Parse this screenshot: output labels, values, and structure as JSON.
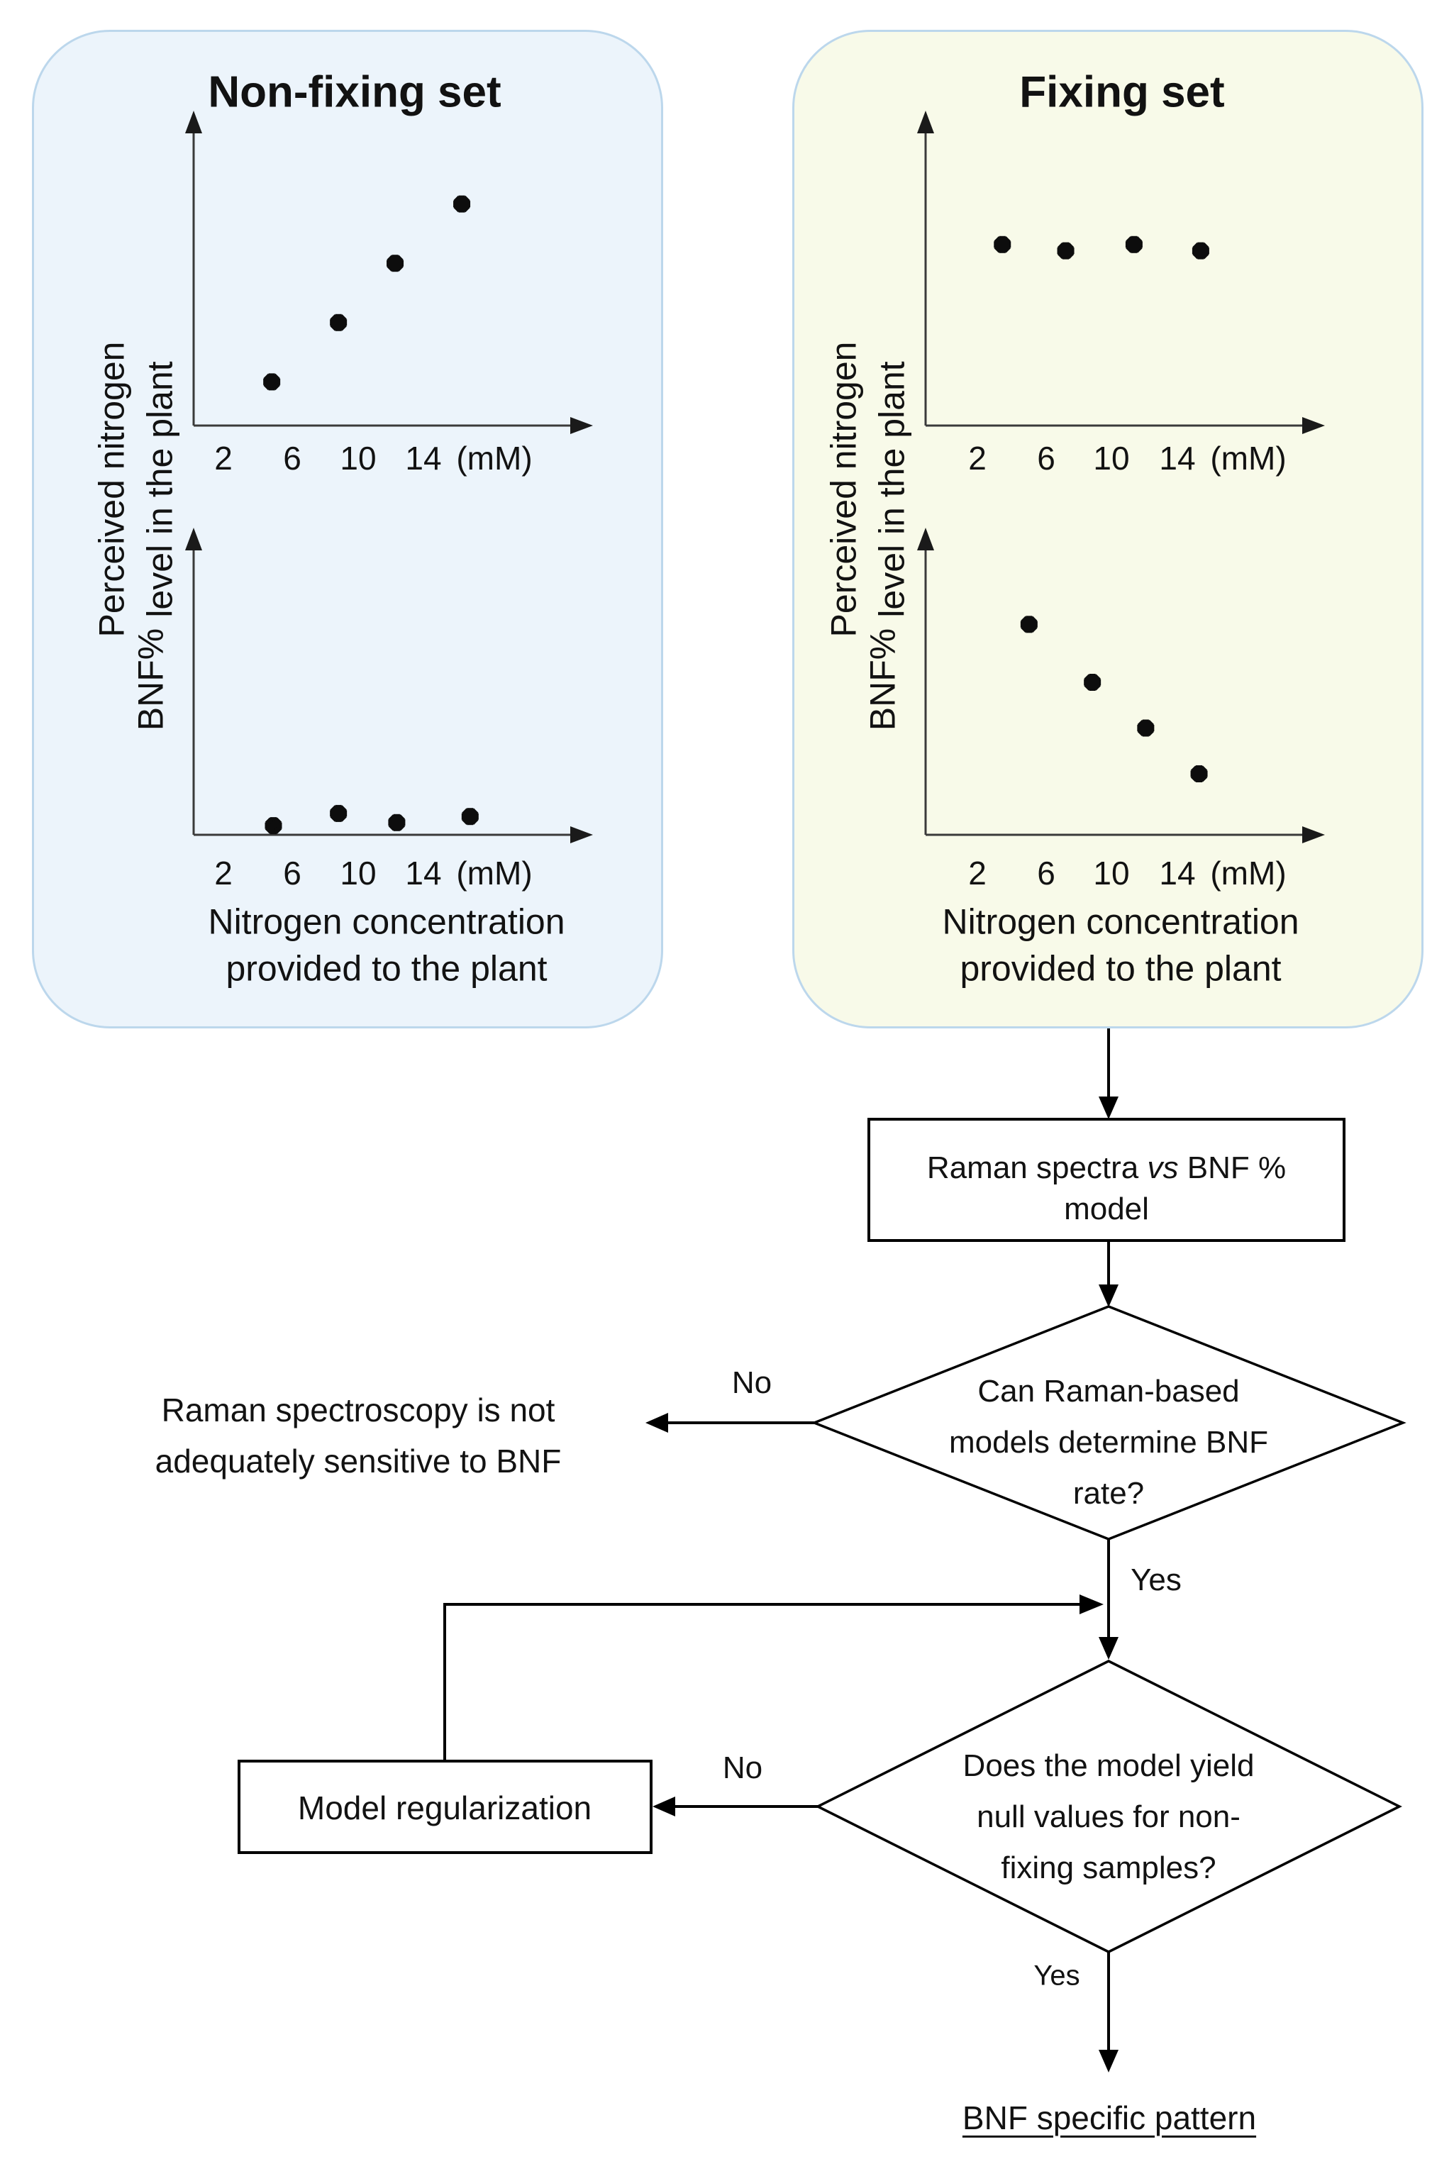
{
  "panels": {
    "nonfixing": {
      "title": "Non-fixing set"
    },
    "fixing": {
      "title": "Fixing set"
    }
  },
  "axis": {
    "ticks": [
      "2",
      "6",
      "10",
      "14",
      "(mM)"
    ],
    "ylabel_perceived_line1": "Perceived nitrogen",
    "ylabel_perceived_line2": "level in the plant",
    "ylabel_bnf": "BNF%",
    "xlabel_line1": "Nitrogen concentration",
    "xlabel_line2": "provided to the plant"
  },
  "flow": {
    "model_box": {
      "line1_pre": "Raman spectra ",
      "line1_vs": "vs",
      "line1_post": " BNF %",
      "line2": "model"
    },
    "decision1": {
      "lines": [
        "Can Raman-based",
        "models determine BNF",
        "rate?"
      ],
      "no_label": "No",
      "yes_label": "Yes"
    },
    "negative_outcome": {
      "lines": [
        "Raman spectroscopy is not",
        "adequately sensitive to BNF"
      ]
    },
    "regularization_box": {
      "label": "Model regularization"
    },
    "decision2": {
      "lines": [
        "Does the model yield",
        "null values for non-",
        "fixing samples?"
      ],
      "no_label": "No",
      "yes_label": "Yes"
    },
    "result": {
      "label": "BNF specific pattern"
    }
  },
  "colors": {
    "panel_nonfixing_bg": "#ecf4fb",
    "panel_fixing_bg": "#f8fae9",
    "panel_border": "#bcd7ec",
    "line": "#000000",
    "axis_line": "#3a3a3a",
    "marker": "#0d0d0d",
    "text": "#121212"
  },
  "chart_data": [
    {
      "id": "nonfixing-perceived-nitrogen",
      "type": "scatter",
      "panel": "Non-fixing set",
      "ylabel": "Perceived nitrogen level in the plant",
      "xlabel": "Nitrogen concentration provided to the plant",
      "x_axis_ticks": [
        "2",
        "6",
        "10",
        "14",
        "(mM)"
      ],
      "x_unit": "mM",
      "y_scale": "unlabeled arbitrary units, 0-100 of axis height",
      "x_mM": [
        4.9,
        8.9,
        12.3,
        16.3
      ],
      "y": [
        14,
        33,
        52,
        71
      ],
      "trend": "increasing"
    },
    {
      "id": "nonfixing-bnf-percent",
      "type": "scatter",
      "panel": "Non-fixing set",
      "ylabel": "BNF%",
      "xlabel": "Nitrogen concentration provided to the plant",
      "x_axis_ticks": [
        "2",
        "6",
        "10",
        "14",
        "(mM)"
      ],
      "x_unit": "mM",
      "y_scale": "unlabeled arbitrary units, 0-100 of axis height",
      "x_mM": [
        5.0,
        8.9,
        12.4,
        16.8
      ],
      "y": [
        3,
        7,
        4,
        6
      ],
      "trend": "flat near zero"
    },
    {
      "id": "fixing-perceived-nitrogen",
      "type": "scatter",
      "panel": "Fixing set",
      "ylabel": "Perceived nitrogen level in the plant",
      "xlabel": "Nitrogen concentration provided to the plant",
      "x_axis_ticks": [
        "2",
        "6",
        "10",
        "14",
        "(mM)"
      ],
      "x_unit": "mM",
      "y_scale": "unlabeled arbitrary units, 0-100 of axis height",
      "x_mM": [
        3.5,
        7.3,
        11.4,
        15.4
      ],
      "y": [
        58,
        56,
        58,
        56
      ],
      "trend": "flat high (saturated)"
    },
    {
      "id": "fixing-bnf-percent",
      "type": "scatter",
      "panel": "Fixing set",
      "ylabel": "BNF%",
      "xlabel": "Nitrogen concentration provided to the plant",
      "x_axis_ticks": [
        "2",
        "6",
        "10",
        "14",
        "(mM)"
      ],
      "x_unit": "mM",
      "y_scale": "unlabeled arbitrary units, 0-100 of axis height",
      "x_mM": [
        5.1,
        8.9,
        12.1,
        15.3
      ],
      "y": [
        69,
        50,
        35,
        20
      ],
      "trend": "decreasing"
    }
  ]
}
